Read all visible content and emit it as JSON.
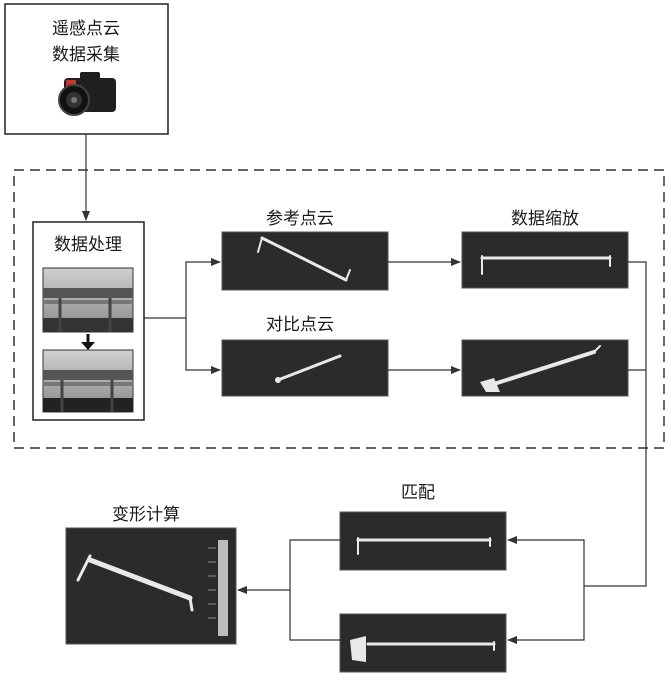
{
  "nodes": {
    "acquisition": {
      "label_line1": "遥感点云",
      "label_line2": "数据采集",
      "icon": "camera-icon"
    },
    "processing": {
      "label": "数据处理",
      "icon": "bridge-photo-icon"
    },
    "reference_cloud": {
      "label": "参考点云"
    },
    "scaling": {
      "label": "数据缩放"
    },
    "comparison_cloud": {
      "label": "对比点云"
    },
    "matching": {
      "label": "匹配"
    },
    "deformation": {
      "label": "变形计算"
    }
  },
  "colors": {
    "panel_bg": "#2b2b2b",
    "cloud": "#e8e8e8",
    "line": "#333333",
    "dash_border": "#666666"
  }
}
